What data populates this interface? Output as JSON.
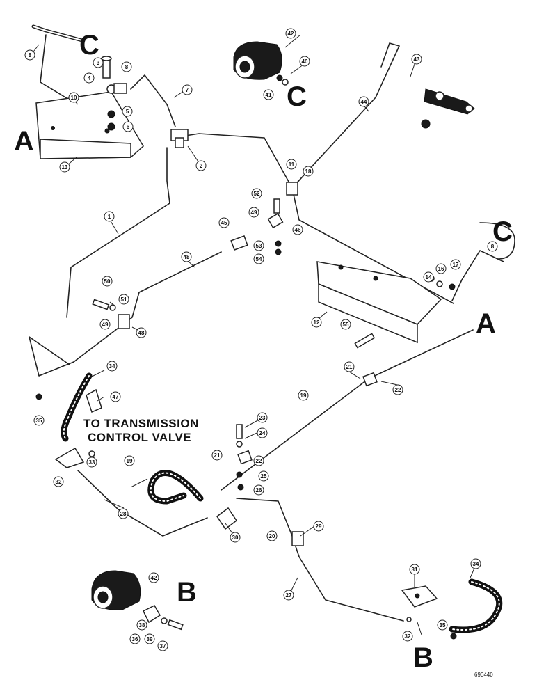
{
  "letters": {
    "a": "A",
    "b": "B",
    "c": "C"
  },
  "note": {
    "line1": "TO TRANSMISSION",
    "line2": "CONTROL VALVE"
  },
  "catalog_number": "690440",
  "callouts": {
    "n1": "1",
    "n2": "2",
    "n3": "3",
    "n4": "4",
    "n5": "5",
    "n6": "6",
    "n7": "7",
    "n8": "8",
    "n10": "10",
    "n11": "11",
    "n12": "12",
    "n13": "13",
    "n14": "14",
    "n16": "16",
    "n17": "17",
    "n18": "18",
    "n19": "19",
    "n20": "20",
    "n21": "21",
    "n22": "22",
    "n23": "23",
    "n24": "24",
    "n25": "25",
    "n26": "26",
    "n27": "27",
    "n28": "28",
    "n29": "29",
    "n30": "30",
    "n31": "31",
    "n32": "32",
    "n33": "33",
    "n34": "34",
    "n35": "35",
    "n36": "36",
    "n37": "37",
    "n38": "38",
    "n39": "39",
    "n40": "40",
    "n41": "41",
    "n42": "42",
    "n43": "43",
    "n44": "44",
    "n45": "45",
    "n46": "46",
    "n47": "47",
    "n48": "48",
    "n49": "49",
    "n50": "50",
    "n51": "51",
    "n52": "52",
    "n53": "53",
    "n54": "54",
    "n55": "55"
  }
}
